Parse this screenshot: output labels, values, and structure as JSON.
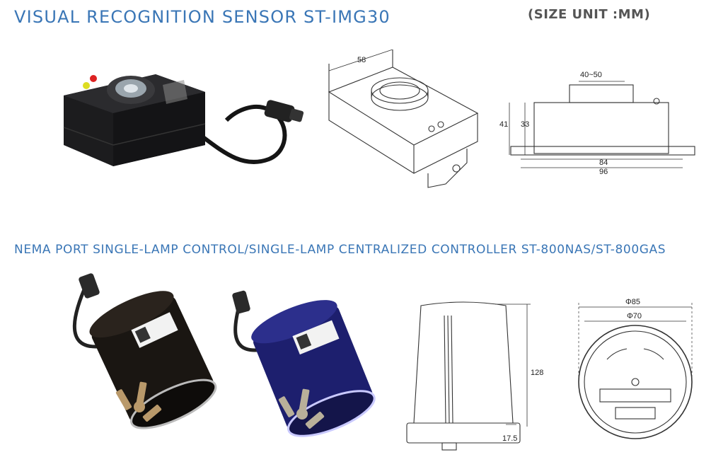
{
  "section1": {
    "title": "VISUAL RECOGNITION SENSOR ST-IMG30",
    "size_unit": "(SIZE UNIT :MM)",
    "iso_dim_width": "58",
    "front_dim_lens": "40~50",
    "front_dim_height_total": "41",
    "front_dim_height_body": "33",
    "front_dim_body_width": "84",
    "front_dim_total_width": "96"
  },
  "section2": {
    "title": "NEMA PORT SINGLE-LAMP CONTROL/SINGLE-LAMP CENTRALIZED CONTROLLER ST-800NAS/ST-800GAS",
    "side_dim_height": "128",
    "side_dim_base": "17.5",
    "top_dim_outer": "Φ85",
    "top_dim_inner": "Φ70"
  },
  "colors": {
    "title_blue": "#3a76b6",
    "unit_gray": "#555555",
    "device_black": "#1c1c1e",
    "device_blue": "#1d1f6e"
  }
}
